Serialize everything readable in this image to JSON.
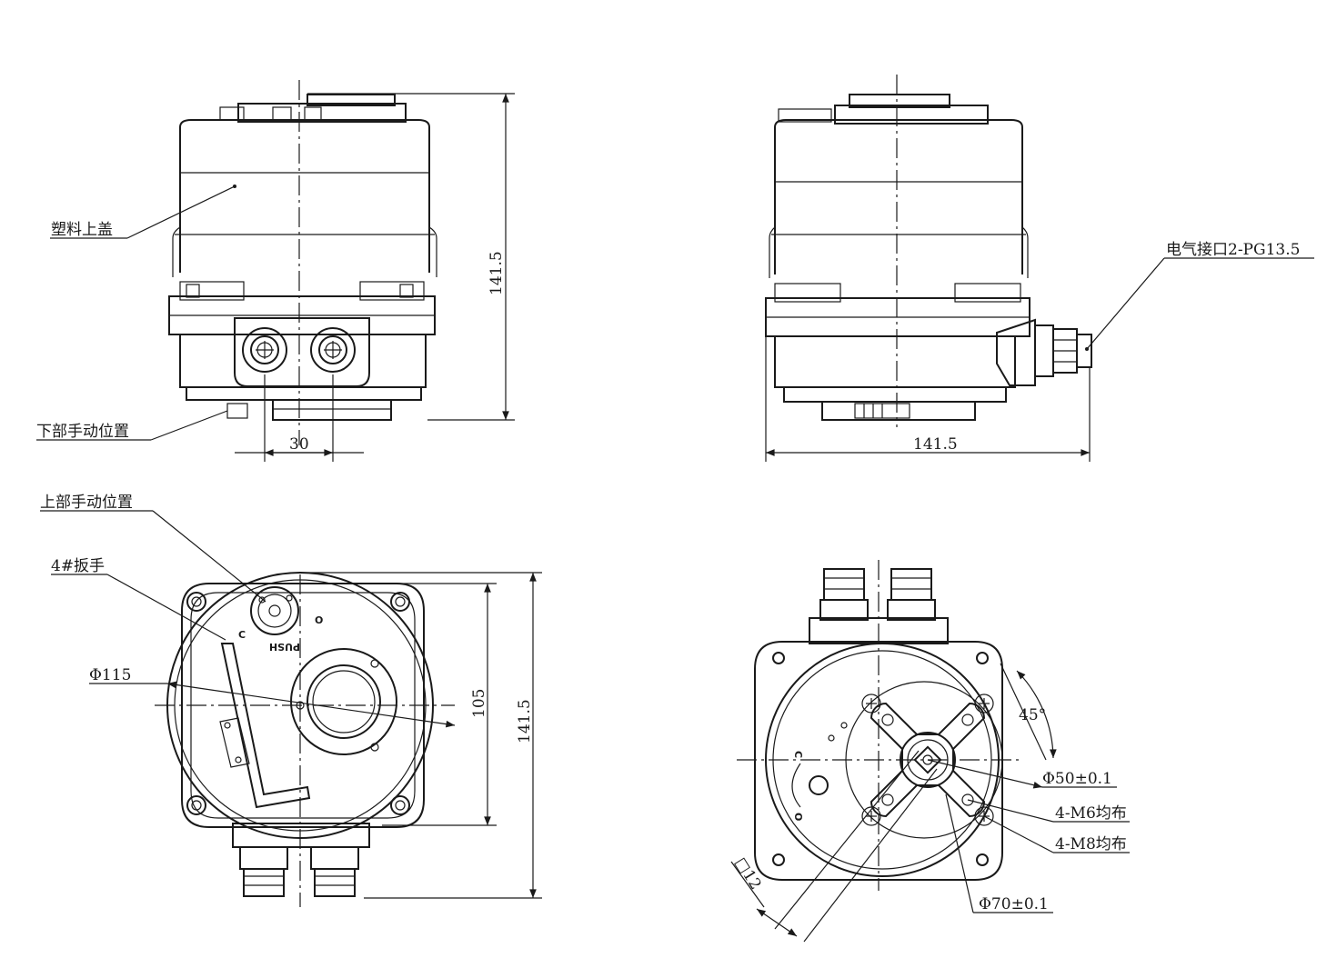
{
  "labels": {
    "plastic_cover": "塑料上盖",
    "lower_manual": "下部手动位置",
    "electrical_port": "电气接口2-PG13.5",
    "upper_manual": "上部手动位置",
    "wrench": "4#扳手",
    "m6": "4-M6均布",
    "m8": "4-M8均布",
    "push": "PUSH",
    "c_mark": "C",
    "o_mark": "O"
  },
  "dims": {
    "front_height": "141.5",
    "port_spacing": "30",
    "side_width": "141.5",
    "bottom_diameter": "Φ115",
    "bottom_inner": "105",
    "bottom_outer": "141.5",
    "angle": "45°",
    "d50": "Φ50±0.1",
    "d70": "Φ70±0.1",
    "square": "□12"
  }
}
